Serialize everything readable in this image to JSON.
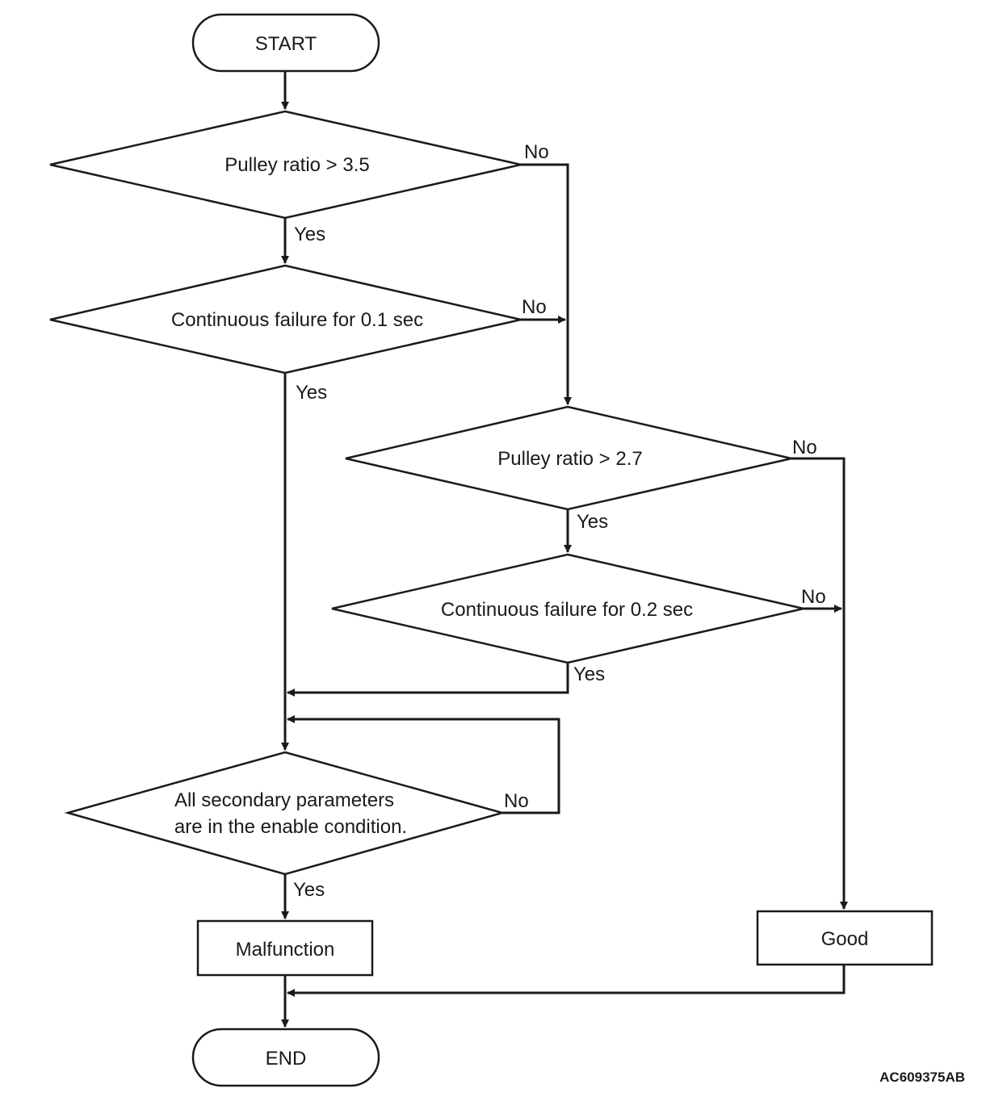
{
  "diagram": {
    "nodes": {
      "start": "START",
      "decision1": "Pulley ratio > 3.5",
      "decision2": "Continuous failure for 0.1 sec",
      "decision3": "Pulley ratio > 2.7",
      "decision4": "Continuous failure for 0.2 sec",
      "decision5_line1": "All secondary parameters",
      "decision5_line2": "are in the enable condition.",
      "malfunction": "Malfunction",
      "good": "Good",
      "end": "END"
    },
    "edge_labels": {
      "yes": "Yes",
      "no": "No"
    },
    "figure_code": "AC609375AB"
  }
}
